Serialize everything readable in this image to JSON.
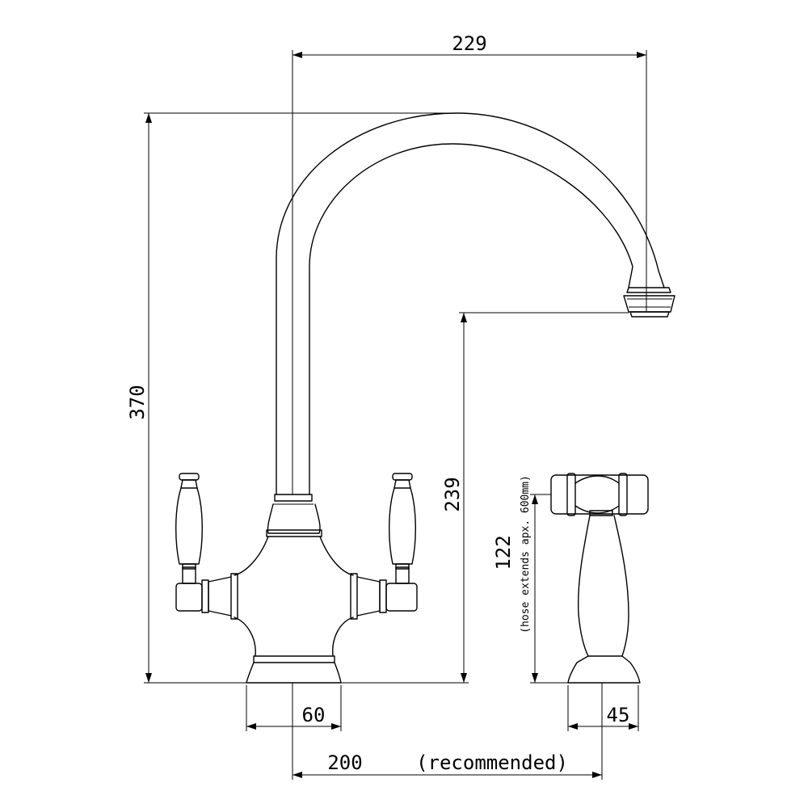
{
  "dimensions": {
    "spout_reach": "229",
    "overall_height": "370",
    "spout_clearance": "239",
    "handspray_height": "122",
    "hose_note": "(hose extends apx. 600mm)",
    "base_diameter": "60",
    "handspray_base_diameter": "45",
    "spacing": "200",
    "spacing_note": "(recommended)"
  },
  "colors": {
    "line": "#000000",
    "background": "#ffffff"
  }
}
